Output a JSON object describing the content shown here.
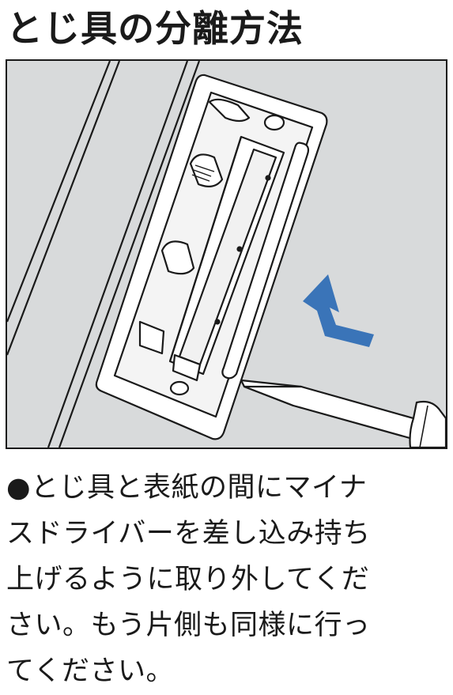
{
  "title": "とじ具の分離方法",
  "instructions": {
    "lines": [
      "●とじ具と表紙の間にマイナ",
      "スドライバーを差し込み持ち",
      "上げるように取り外してくだ",
      "さい。もう片側も同様に行っ",
      "てください。"
    ]
  },
  "colors": {
    "background": "#d8dadb",
    "line": "#1a1a1a",
    "arrow": "#3a74b8",
    "metal": "#ffffff"
  },
  "icons": {
    "arrow": "lift-direction-arrow"
  }
}
